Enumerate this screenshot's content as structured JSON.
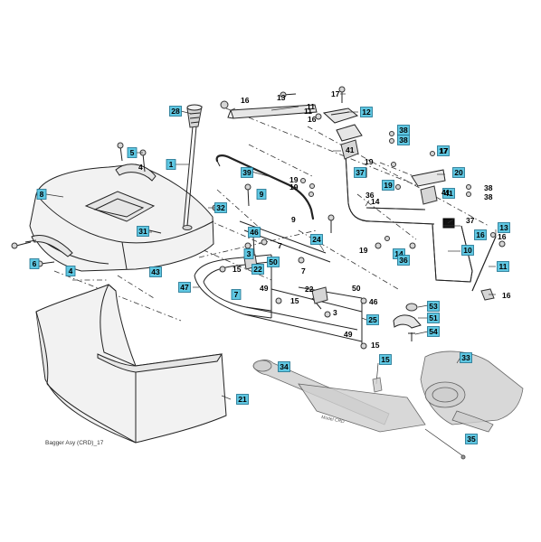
{
  "caption": "Bagger Asy (CRD)_17",
  "embedded_text": "Model CRD",
  "boxed_labels": [
    "28",
    "5",
    "8",
    "1",
    "39",
    "9",
    "32",
    "31",
    "6",
    "4",
    "43",
    "47",
    "46",
    "24",
    "22",
    "50",
    "7",
    "3",
    "25",
    "21",
    "34",
    "15",
    "33",
    "35",
    "12",
    "38",
    "38",
    "17",
    "20",
    "19",
    "41",
    "37",
    "14",
    "36",
    "10",
    "13",
    "11",
    "16",
    "53",
    "51",
    "54"
  ],
  "plain_labels": [
    "16",
    "13",
    "11",
    "16",
    "17",
    "11",
    "4",
    "41",
    "19",
    "14",
    "36",
    "38",
    "38",
    "19",
    "19",
    "9",
    "7",
    "7",
    "15",
    "49",
    "15",
    "22",
    "50",
    "46",
    "3",
    "49",
    "15",
    "16",
    "17",
    "37",
    "19",
    "41",
    "16"
  ]
}
